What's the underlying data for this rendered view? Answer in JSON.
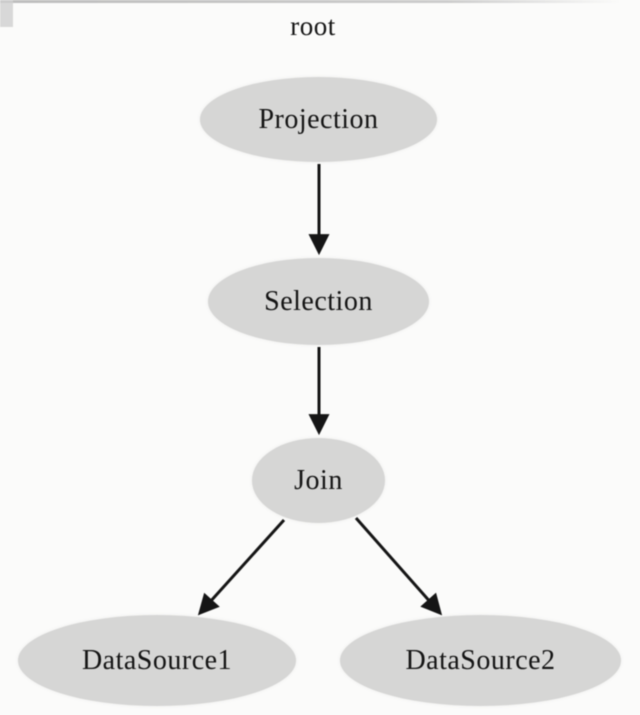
{
  "diagram": {
    "type": "graph",
    "title": "root",
    "nodes": [
      {
        "id": "projection",
        "label": "Projection",
        "shape": "ellipse"
      },
      {
        "id": "selection",
        "label": "Selection",
        "shape": "ellipse"
      },
      {
        "id": "join",
        "label": "Join",
        "shape": "ellipse"
      },
      {
        "id": "datasource1",
        "label": "DataSource1",
        "shape": "ellipse"
      },
      {
        "id": "datasource2",
        "label": "DataSource2",
        "shape": "ellipse"
      }
    ],
    "edges": [
      {
        "from": "projection",
        "to": "selection",
        "arrow": "filled-triangle"
      },
      {
        "from": "selection",
        "to": "join",
        "arrow": "filled-triangle"
      },
      {
        "from": "join",
        "to": "datasource1",
        "arrow": "filled-triangle"
      },
      {
        "from": "join",
        "to": "datasource2",
        "arrow": "filled-triangle"
      }
    ],
    "colors": {
      "node_fill": "#d6d6d5",
      "edge": "#151515",
      "text": "#141414",
      "background": "#fbfbfa"
    }
  }
}
